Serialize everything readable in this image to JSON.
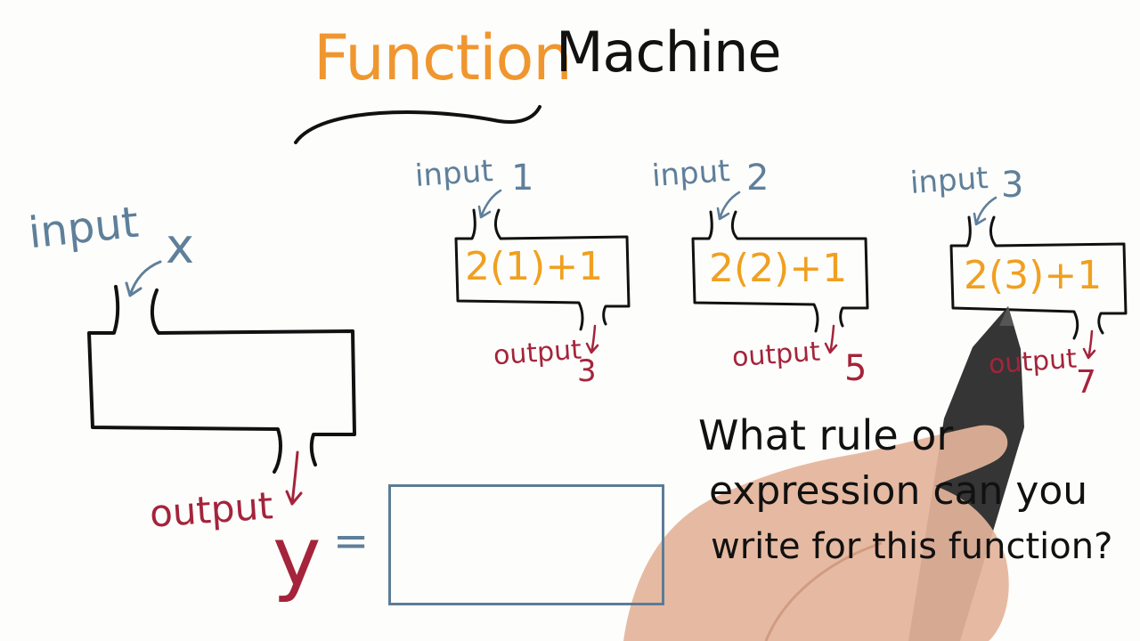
{
  "title": {
    "function_word": "Function",
    "machine_word": "Machine"
  },
  "generic_machine": {
    "input_label": "input",
    "input_var": "x",
    "output_label": "output",
    "output_var": "y",
    "equals": "="
  },
  "examples": [
    {
      "input_label": "input",
      "input_value": "1",
      "expression": "2(1)+1",
      "output_label": "output",
      "output_value": "3"
    },
    {
      "input_label": "input",
      "input_value": "2",
      "expression": "2(2)+1",
      "output_label": "output",
      "output_value": "5"
    },
    {
      "input_label": "input",
      "input_value": "3",
      "expression": "2(3)+1",
      "output_label": "output",
      "output_value": "7"
    }
  ],
  "question": {
    "line1": "What rule or",
    "line2": "expression can you",
    "line3": "write for this function?"
  },
  "colors": {
    "orange": "#f0962e",
    "input_blue": "#5f7f9a",
    "output_red": "#a4243b",
    "ink": "#111111"
  }
}
